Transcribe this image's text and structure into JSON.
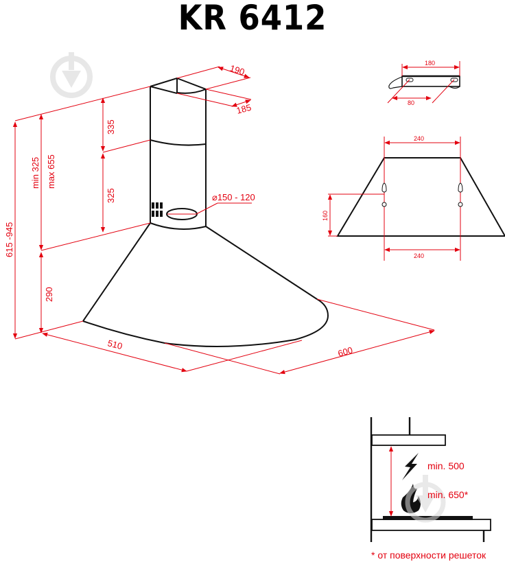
{
  "title": "KR 6412",
  "colors": {
    "dimension": "#e3000f",
    "outline": "#111111",
    "watermark": "#e0e0e0"
  },
  "main_view": {
    "chimney_width": "190",
    "chimney_depth": "185",
    "upper_chimney_height": "335",
    "lower_chimney_height": "325",
    "duct_diameter": "⌀150 - 120",
    "chimney_range_min": "min 325",
    "chimney_range_max": "max 655",
    "total_height": "615 -945",
    "canopy_height": "290",
    "depth": "510",
    "width": "600"
  },
  "bracket_view": {
    "length": "180",
    "hole_spacing": "80"
  },
  "mounting_view": {
    "top_spacing": "240",
    "bottom_spacing": "240",
    "vertical_offset": "160"
  },
  "clearance_view": {
    "electric_label": "min. 500",
    "gas_label": "min. 650*",
    "electric_icon": "lightning-icon",
    "gas_icon": "flame-icon"
  },
  "footnote": "* от поверхности решеток"
}
